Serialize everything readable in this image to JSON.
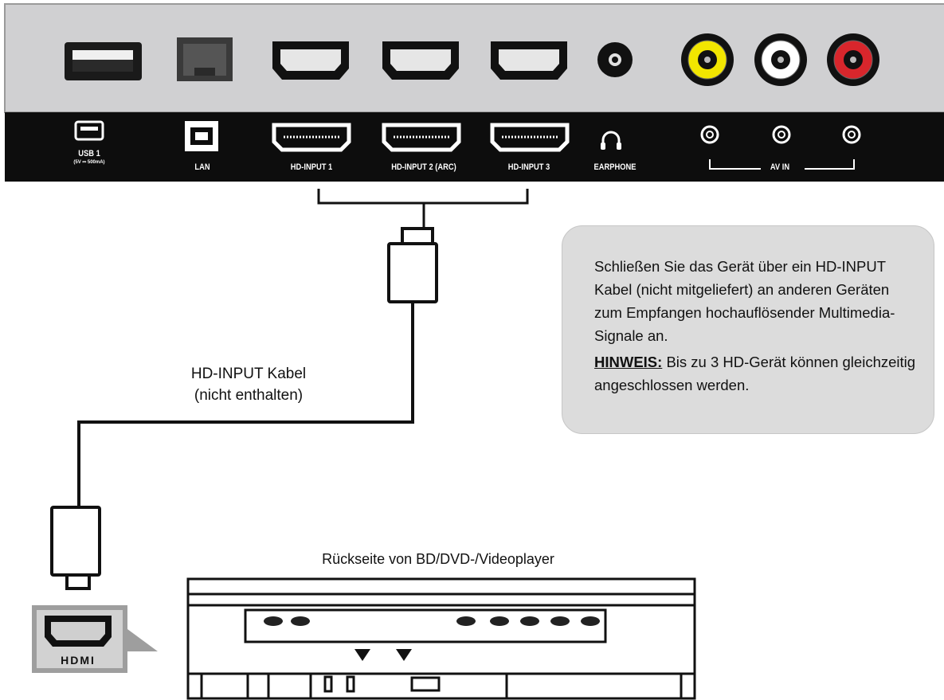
{
  "tv_panel": {
    "ports": [
      {
        "id": "usb",
        "label": "USB 1",
        "sublabel": "(5V ⎓ 500mA)"
      },
      {
        "id": "lan",
        "label": "LAN",
        "sublabel": ""
      },
      {
        "id": "hd1",
        "label": "HD-INPUT 1",
        "sublabel": ""
      },
      {
        "id": "hd2",
        "label": "HD-INPUT 2 (ARC)",
        "sublabel": ""
      },
      {
        "id": "hd3",
        "label": "HD-INPUT 3",
        "sublabel": ""
      },
      {
        "id": "earphone",
        "label": "EARPHONE",
        "sublabel": ""
      }
    ],
    "av_in_label": "AV IN",
    "rca_colors": [
      "#f2e600",
      "#ffffff",
      "#d8262c"
    ]
  },
  "cable": {
    "caption_line1": "HD-INPUT Kabel",
    "caption_line2": "(nicht enthalten)"
  },
  "note": {
    "text": "Schließen Sie das Gerät über ein HD-INPUT Kabel (nicht mitgeliefert) an anderen Geräten zum Empfangen hochauflösender Multimedia-Signale an.",
    "hint_label": "HINWEIS:",
    "hint_text": " Bis zu 3 HD-Gerät können gleichzeitig angeschlossen werden."
  },
  "player": {
    "caption": "Rückseite von BD/DVD-/Videoplayer",
    "port_label": "HDMI"
  }
}
